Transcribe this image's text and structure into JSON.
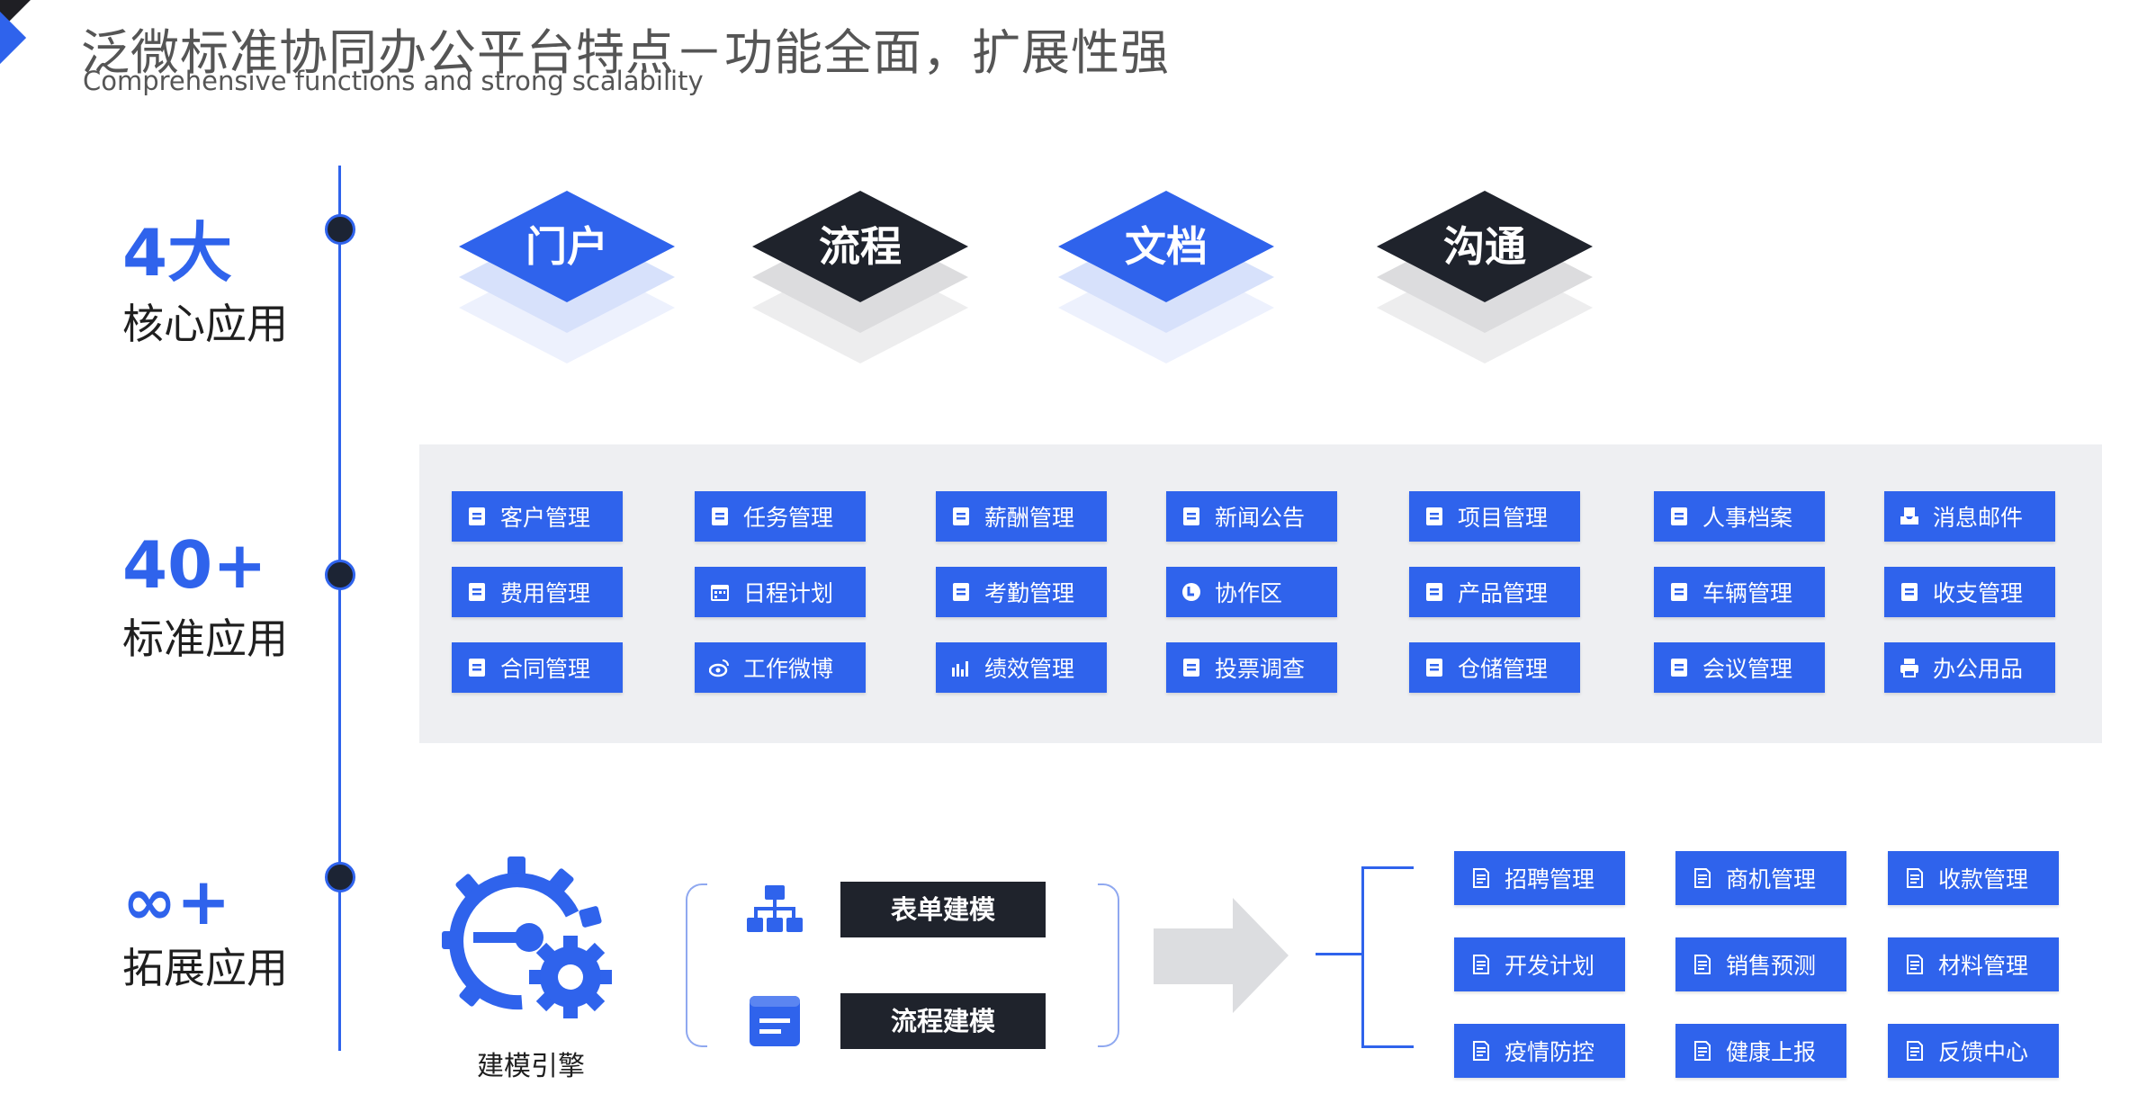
{
  "header": {
    "title": "泛微标准协同办公平台特点－功能全面，扩展性强",
    "subtitle": "Comprehensive functions and strong scalability"
  },
  "sections": {
    "core": {
      "number": "4大",
      "label": "核心应用"
    },
    "standard": {
      "number": "40+",
      "label": "标准应用"
    },
    "extended": {
      "number": "∞+",
      "label": "拓展应用"
    }
  },
  "core_apps": [
    "门户",
    "流程",
    "文档",
    "沟通"
  ],
  "standard_apps": [
    {
      "label": "客户管理",
      "icon": "contact-card-icon"
    },
    {
      "label": "任务管理",
      "icon": "task-check-icon"
    },
    {
      "label": "薪酬管理",
      "icon": "money-bag-icon"
    },
    {
      "label": "新闻公告",
      "icon": "newspaper-icon"
    },
    {
      "label": "项目管理",
      "icon": "clipboard-icon"
    },
    {
      "label": "人事档案",
      "icon": "personnel-file-icon"
    },
    {
      "label": "消息邮件",
      "icon": "mail-tray-icon"
    },
    {
      "label": "费用管理",
      "icon": "coin-pouch-icon"
    },
    {
      "label": "日程计划",
      "icon": "calendar-icon"
    },
    {
      "label": "考勤管理",
      "icon": "attendance-clipboard-icon"
    },
    {
      "label": "协作区",
      "icon": "collaboration-icon"
    },
    {
      "label": "产品管理",
      "icon": "product-box-icon"
    },
    {
      "label": "车辆管理",
      "icon": "vehicle-icon"
    },
    {
      "label": "收支管理",
      "icon": "finance-icon"
    },
    {
      "label": "合同管理",
      "icon": "contract-icon"
    },
    {
      "label": "工作微博",
      "icon": "weibo-icon"
    },
    {
      "label": "绩效管理",
      "icon": "bar-chart-icon"
    },
    {
      "label": "投票调查",
      "icon": "ballot-icon"
    },
    {
      "label": "仓储管理",
      "icon": "warehouse-icon"
    },
    {
      "label": "会议管理",
      "icon": "meeting-board-icon"
    },
    {
      "label": "办公用品",
      "icon": "printer-icon"
    }
  ],
  "modeling": {
    "engine_label": "建模引擎",
    "form_label": "表单建模",
    "flow_label": "流程建模"
  },
  "extended_apps": [
    {
      "label": "招聘管理",
      "icon": "document-icon"
    },
    {
      "label": "商机管理",
      "icon": "document-icon"
    },
    {
      "label": "收款管理",
      "icon": "document-icon"
    },
    {
      "label": "开发计划",
      "icon": "document-icon"
    },
    {
      "label": "销售预测",
      "icon": "document-icon"
    },
    {
      "label": "材料管理",
      "icon": "document-icon"
    },
    {
      "label": "疫情防控",
      "icon": "document-icon"
    },
    {
      "label": "健康上报",
      "icon": "document-icon"
    },
    {
      "label": "反馈中心",
      "icon": "document-icon"
    }
  ],
  "colors": {
    "accent": "#2f63ec",
    "dark": "#1f232c",
    "panel": "#eeeff2"
  }
}
